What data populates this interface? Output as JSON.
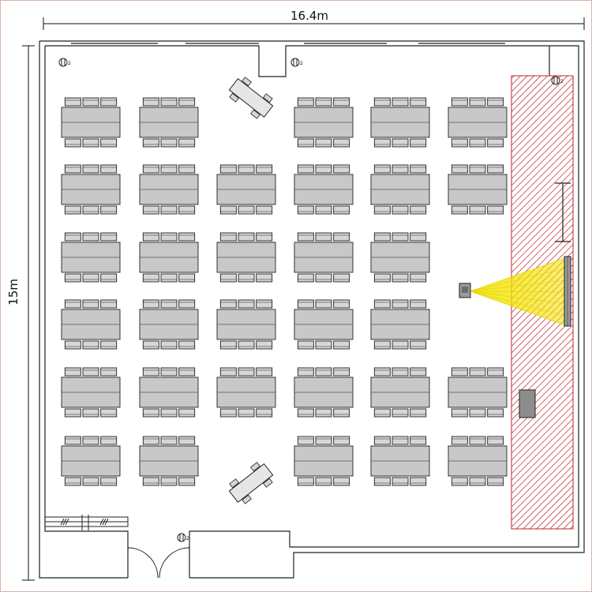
{
  "dimensions": {
    "width_label": "16.4m",
    "height_label": "15m"
  },
  "room": {
    "outlets": [
      {
        "id": "outlet-top-left",
        "label": "2"
      },
      {
        "id": "outlet-top-middle",
        "label": "2"
      },
      {
        "id": "outlet-top-right",
        "label": "2"
      },
      {
        "id": "outlet-bottom",
        "label": "2"
      }
    ],
    "stage_area": {
      "hatch_color": "#c2202c"
    },
    "projector_beam_color": "#f2e400"
  },
  "layout": {
    "table_rows": [
      [
        true,
        true,
        false,
        true,
        true,
        true
      ],
      [
        true,
        true,
        true,
        true,
        true,
        true
      ],
      [
        true,
        true,
        true,
        true,
        true,
        false
      ],
      [
        true,
        true,
        true,
        true,
        true,
        false
      ],
      [
        true,
        true,
        true,
        true,
        true,
        true
      ],
      [
        true,
        true,
        false,
        true,
        true,
        true
      ]
    ],
    "chairs_per_side": 3
  },
  "colors": {
    "table_fill": "#c8c8c8",
    "chair_fill": "#d6d6d6",
    "wall": "#222222"
  }
}
